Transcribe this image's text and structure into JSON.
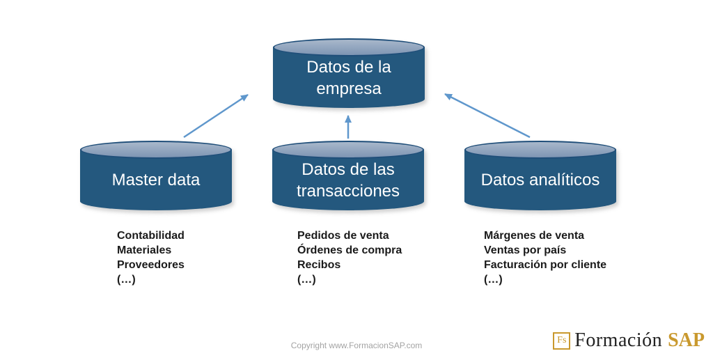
{
  "diagram": {
    "top_cylinder": {
      "label": "Datos de la empresa",
      "lines": [
        "Datos de la",
        "empresa"
      ]
    },
    "sources": [
      {
        "label": "Master data",
        "lines": [
          "Master data",
          ""
        ],
        "items": [
          "Contabilidad",
          "Materiales",
          "Proveedores",
          "(…)"
        ]
      },
      {
        "label": "Datos de las transacciones",
        "lines": [
          "Datos de las",
          "transacciones"
        ],
        "items": [
          "Pedidos de venta",
          "Órdenes de compra",
          "Recibos",
          "(…)"
        ]
      },
      {
        "label": "Datos analíticos",
        "lines": [
          "Datos analíticos",
          ""
        ],
        "items": [
          "Márgenes de venta",
          "Ventas por país",
          "Facturación por cliente",
          "(…)"
        ]
      }
    ]
  },
  "footer": {
    "copyright": "Copyright www.FormacionSAP.com"
  },
  "logo": {
    "badge": "Fs",
    "name": "Formación",
    "suffix": "SAP"
  },
  "colors": {
    "cylinder_body": "#24587e",
    "cylinder_rim": "#1f4e79",
    "cylinder_top_light": "#a9b8cb",
    "cylinder_top_dark": "#7e95b3",
    "arrow": "#5f97cc",
    "label_text": "#ffffff",
    "list_text": "#1a1a1a",
    "copyright_text": "#a3a3a3",
    "logo_text": "#222222",
    "logo_gold": "#c9992e"
  }
}
